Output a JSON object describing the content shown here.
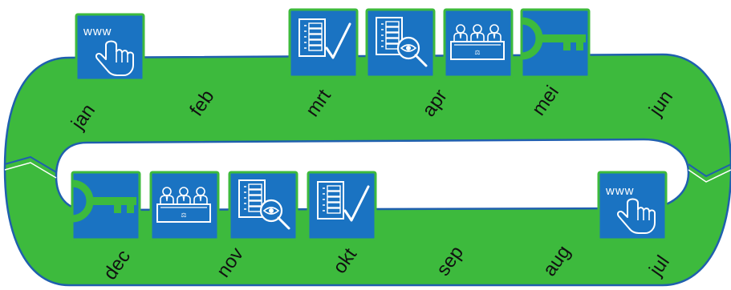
{
  "accent_colors": {
    "track_fill": "#3dba3d",
    "track_edge": "#1f5fae",
    "tile_fill": "#1a73c2",
    "tile_border": "#3dba3d",
    "key_color": "#3dba3d"
  },
  "top_row": {
    "months": [
      "jan",
      "feb",
      "mrt",
      "apr",
      "mei",
      "jun"
    ],
    "tiles": [
      {
        "icon": "website-click-icon",
        "text": "www"
      },
      {
        "icon": "checklist-check-icon"
      },
      {
        "icon": "document-inspect-icon"
      },
      {
        "icon": "panel-hearing-icon"
      },
      {
        "icon": "key-icon"
      }
    ]
  },
  "bottom_row": {
    "months": [
      "dec",
      "nov",
      "okt",
      "sep",
      "aug",
      "jul"
    ],
    "tiles": [
      {
        "icon": "key-icon"
      },
      {
        "icon": "panel-hearing-icon"
      },
      {
        "icon": "document-inspect-icon"
      },
      {
        "icon": "checklist-check-icon"
      },
      {
        "icon": "website-click-icon",
        "text": "www"
      }
    ]
  }
}
